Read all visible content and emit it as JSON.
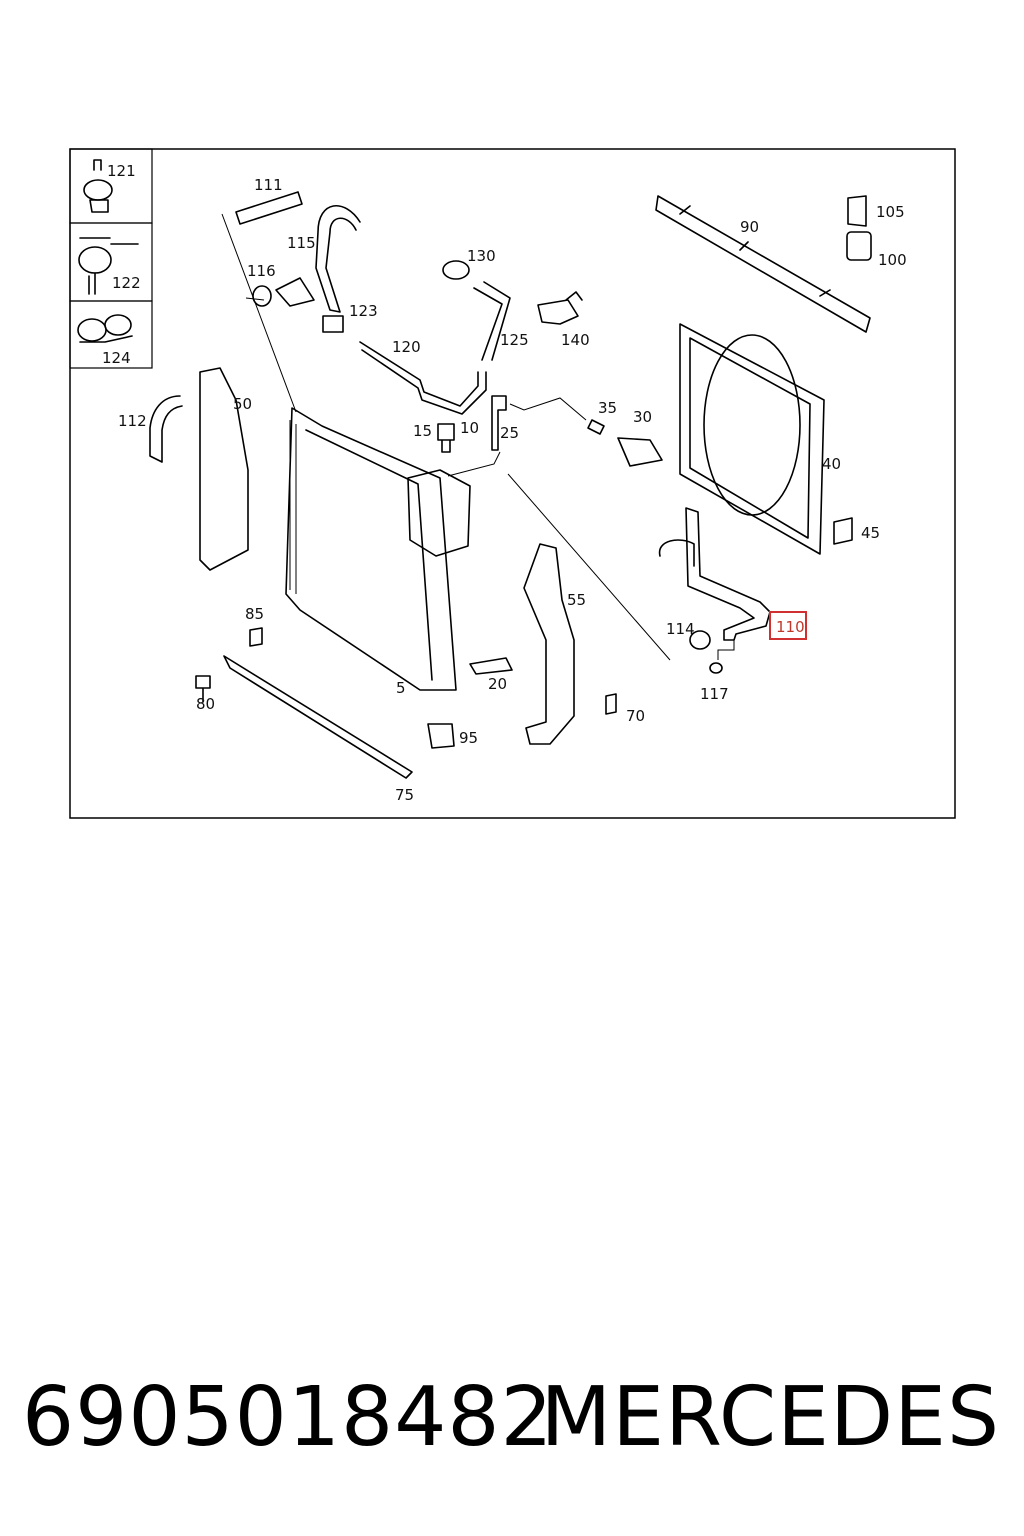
{
  "diagram": {
    "callouts": [
      "121",
      "122",
      "124",
      "111",
      "115",
      "116",
      "123",
      "120",
      "130",
      "125",
      "140",
      "90",
      "105",
      "100",
      "112",
      "50",
      "15",
      "10",
      "25",
      "35",
      "30",
      "40",
      "45",
      "85",
      "80",
      "75",
      "5",
      "20",
      "95",
      "55",
      "70",
      "114",
      "117",
      "110"
    ],
    "highlighted_callout": "110",
    "highlight_color": "#d03030"
  },
  "footer": {
    "part_number": "6905018482",
    "brand": "MERCEDES"
  }
}
